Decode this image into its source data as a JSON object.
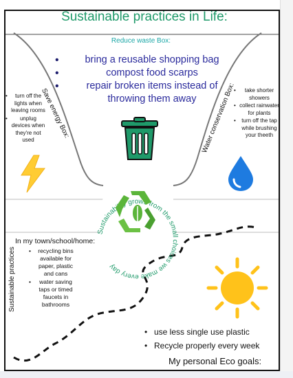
{
  "title": "Sustainable practices in Life:",
  "waste_box": {
    "label": "Reduce waste Box:",
    "items": [
      "bring a reusable shopping bag",
      "compost food scarps",
      "repair broken items instead of throwing them away"
    ]
  },
  "energy_box": {
    "label": "Save energy Box:",
    "items": [
      "turn off the lights when leaving rooms",
      "unplug devices when they're not used"
    ]
  },
  "water_box": {
    "label": "Water conservation Box:",
    "items": [
      "take shorter showers",
      "collect rainwater for plants",
      "turn off the tap while brushing your theeth"
    ]
  },
  "circle_text": "Sustainability grows from the small choices we make every day",
  "town": {
    "side_label": "Sustainable practices",
    "label": "In my town/school/home:",
    "items": [
      "recycling bins available for paper, plastic and cans",
      "water saving taps or timed faucets in bathrooms"
    ]
  },
  "eco": {
    "items": [
      "use less single use plastic",
      "Recycle properly every week"
    ],
    "label": "My personal Eco goals:"
  },
  "colors": {
    "title_green": "#1f9a6a",
    "waste_label": "#1aa6a6",
    "waste_text": "#2a2a9c",
    "bolt": "#ffcc33",
    "drop": "#1e7be0",
    "bin": "#1f9a6a",
    "recycle": "#5bb53a",
    "sun": "#ffc21a"
  },
  "icons": [
    "trash-bin-icon",
    "lightning-bolt-icon",
    "water-drop-icon",
    "recycle-icon",
    "sun-icon"
  ]
}
